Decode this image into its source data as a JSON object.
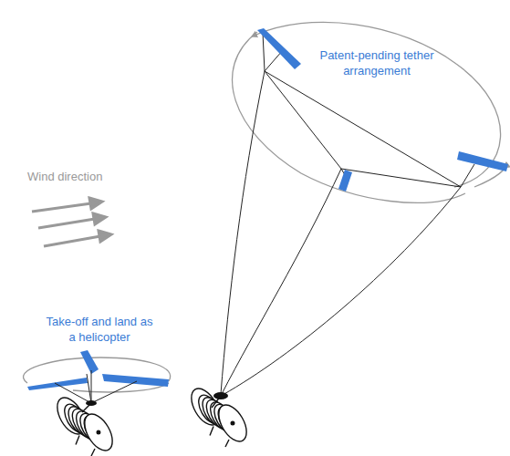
{
  "diagram": {
    "labels": [
      "Patent-pending tether arrangement",
      "Wind direction",
      "Take-off and land as a helicopter"
    ]
  }
}
